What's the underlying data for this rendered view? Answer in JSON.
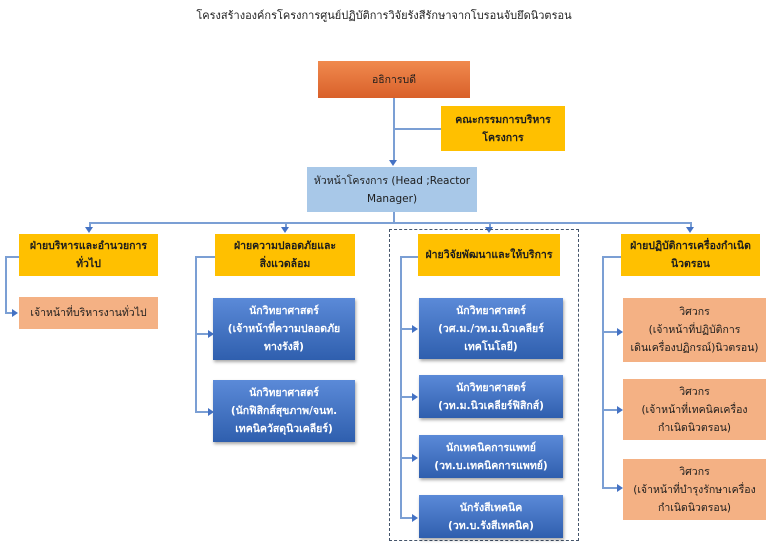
{
  "title": "โครงสร้างองค์กรโครงการศูนย์ปฏิบัติการวิจัยรังสีรักษาจากโบรอนจับยึดนิวตรอน",
  "colors": {
    "top": "#e26b35",
    "committee": "#ffc000",
    "head": "#a8c8e8",
    "department": "#ffc000",
    "staff_peach": "#f4b184",
    "staff_blue": "#3e6fc0",
    "connector": "#7b9fd4"
  },
  "president": {
    "label": "อธิการบดี"
  },
  "committee": {
    "line1": "คณะกรรมการบริหาร",
    "line2": "โครงการ"
  },
  "head": {
    "line1": "หัวหน้าโครงการ (Head ;Reactor",
    "line2": "Manager)"
  },
  "departments": [
    {
      "line1": "ฝ่ายบริหารและอำนวยการ",
      "line2": "ทั่วไป",
      "staff": [
        {
          "lines": [
            "เจ้าหน้าที่บริหารงานทั่วไป"
          ]
        }
      ]
    },
    {
      "line1": "ฝ่ายความปลอดภัยและ",
      "line2": "สิ่งแวดล้อม",
      "staff": [
        {
          "lines": [
            "นักวิทยาศาสตร์",
            "(เจ้าหน้าที่ความปลอดภัย",
            "ทางรังสี)"
          ]
        },
        {
          "lines": [
            "นักวิทยาศาสตร์",
            "(นักฟิสิกส์สุขภาพ/จนท.",
            "เทคนิควัสดุนิวเคลียร์)"
          ]
        }
      ]
    },
    {
      "line1": "ฝ่ายวิจัยพัฒนาและให้บริการ",
      "line2": "",
      "staff": [
        {
          "lines": [
            "นักวิทยาศาสตร์",
            "(วศ.ม./วท.ม.นิวเคลียร์",
            "เทคโนโลยี)"
          ]
        },
        {
          "lines": [
            "นักวิทยาศาสตร์",
            "(วท.ม.นิวเคลียร์ฟิสิกส์)"
          ]
        },
        {
          "lines": [
            "นักเทคนิคการแพทย์",
            "(วท.บ.เทคนิคการแพทย์)"
          ]
        },
        {
          "lines": [
            "นักรังสีเทคนิค",
            "(วท.บ.รังสีเทคนิค)"
          ]
        }
      ]
    },
    {
      "line1": "ฝ่ายปฏิบัติการเครื่องกำเนิด",
      "line2": "นิวตรอน",
      "staff": [
        {
          "lines": [
            "วิศวกร",
            "(เจ้าหน้าที่ปฏิบัติการ",
            "เดินเครื่องปฏิกรณ์)นิวตรอน)"
          ]
        },
        {
          "lines": [
            "วิศวกร",
            "(เจ้าหน้าที่เทคนิคเครื่อง",
            "กำเนิดนิวตรอน)"
          ]
        },
        {
          "lines": [
            "วิศวกร",
            "(เจ้าหน้าที่บำรุงรักษาเครื่อง",
            "กำเนิดนิวตรอน)"
          ]
        }
      ]
    }
  ]
}
